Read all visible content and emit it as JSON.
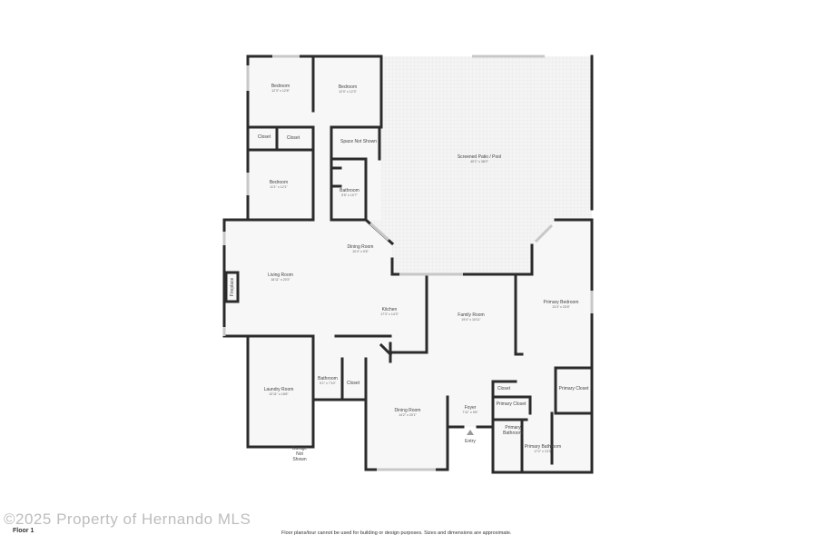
{
  "plan": {
    "rooms": [
      {
        "id": "bedroom-1",
        "name": "Bedroom",
        "dim": "12'3\" x 12'8\""
      },
      {
        "id": "bedroom-2",
        "name": "Bedroom",
        "dim": "12'0\" x 12'3\""
      },
      {
        "id": "closet-1",
        "name": "Closet",
        "dim": ""
      },
      {
        "id": "closet-2",
        "name": "Closet",
        "dim": ""
      },
      {
        "id": "space-not-shown",
        "name": "Space Not Shown",
        "dim": ""
      },
      {
        "id": "bedroom-3",
        "name": "Bedroom",
        "dim": "11'1\" x 12'1\""
      },
      {
        "id": "bathroom-1",
        "name": "Bathroom",
        "dim": "5'5\" x 10'7\""
      },
      {
        "id": "patio",
        "name": "Screened Patio / Pool",
        "dim": "40'1\" x 38'0\""
      },
      {
        "id": "dining-room-1",
        "name": "Dining Room",
        "dim": "10'4\" x 9'6\""
      },
      {
        "id": "living-room",
        "name": "Living Room",
        "dim": "18'11\" x 20'3\""
      },
      {
        "id": "fireplace",
        "name": "Fireplace",
        "dim": ""
      },
      {
        "id": "kitchen",
        "name": "Kitchen",
        "dim": "17'3\" x 14'3\""
      },
      {
        "id": "family-room",
        "name": "Family Room",
        "dim": "19'4\" x 15'11\""
      },
      {
        "id": "primary-bedroom",
        "name": "Primary Bedroom",
        "dim": "13'4\" x 20'8\""
      },
      {
        "id": "laundry-room",
        "name": "Laundry Room",
        "dim": "10'11\" x 18'8\""
      },
      {
        "id": "bathroom-2",
        "name": "Bathroom",
        "dim": "5'1\" x 7'10\""
      },
      {
        "id": "closet-3",
        "name": "Closet",
        "dim": ""
      },
      {
        "id": "dining-room-2",
        "name": "Dining Room",
        "dim": "14'2\" x 20'1\""
      },
      {
        "id": "foyer",
        "name": "Foyer",
        "dim": "7'11\" x 5'6\""
      },
      {
        "id": "closet-4",
        "name": "Closet",
        "dim": ""
      },
      {
        "id": "primary-closet-1",
        "name": "Primary Closet",
        "dim": ""
      },
      {
        "id": "primary-closet-2",
        "name": "Primary Closet",
        "dim": ""
      },
      {
        "id": "primary-bathroom-1",
        "name": "Primary Bathroom",
        "dim": ""
      },
      {
        "id": "primary-bathroom-2",
        "name": "Primary Bathroom",
        "dim": "17'2\" x 13'3\""
      }
    ],
    "garage_lines": [
      "Garage",
      "Not",
      "Shown"
    ],
    "entry_label": "Entry"
  },
  "footer": {
    "watermark": "©2025 Property of Hernando MLS",
    "floor_label": "Floor 1",
    "disclaimer": "Floor plans/tour cannot be used for building or design purposes. Sizes and dimensions are approximate."
  }
}
